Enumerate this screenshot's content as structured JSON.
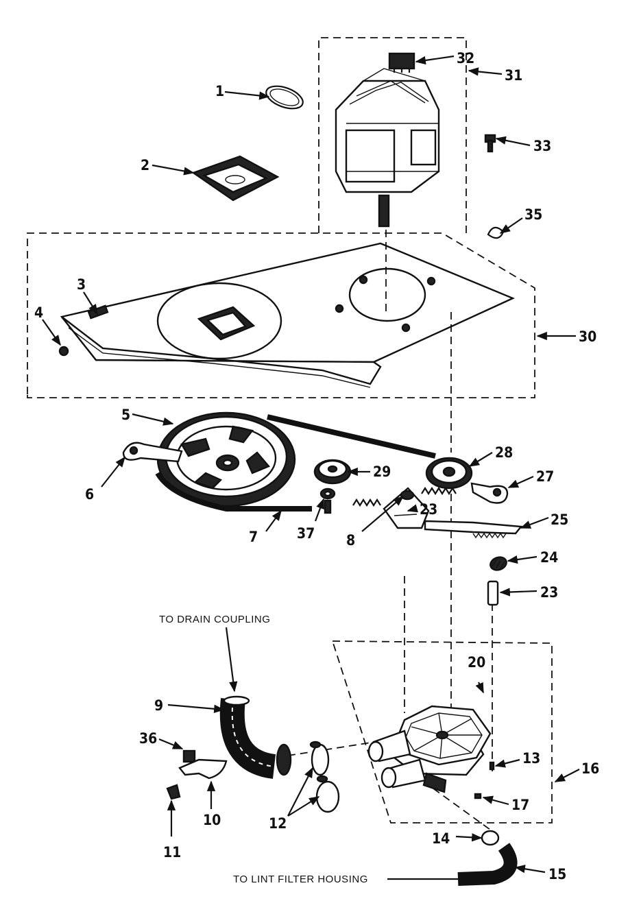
{
  "diagram": {
    "labels": {
      "p1": "1",
      "p2": "2",
      "p3": "3",
      "p4": "4",
      "p5": "5",
      "p6": "6",
      "p7": "7",
      "p8": "8",
      "p9": "9",
      "p10": "10",
      "p11": "11",
      "p12": "12",
      "p13": "13",
      "p14": "14",
      "p15": "15",
      "p16": "16",
      "p17": "17",
      "p20": "20",
      "p23a": "23",
      "p23b": "23",
      "p24": "24",
      "p25": "25",
      "p27": "27",
      "p28": "28",
      "p29": "29",
      "p30": "30",
      "p31": "31",
      "p32": "32",
      "p33": "33",
      "p35": "35",
      "p36": "36",
      "p37": "37"
    },
    "captions": {
      "drain": "TO DRAIN COUPLING",
      "lint": "TO LINT FILTER HOUSING"
    }
  }
}
